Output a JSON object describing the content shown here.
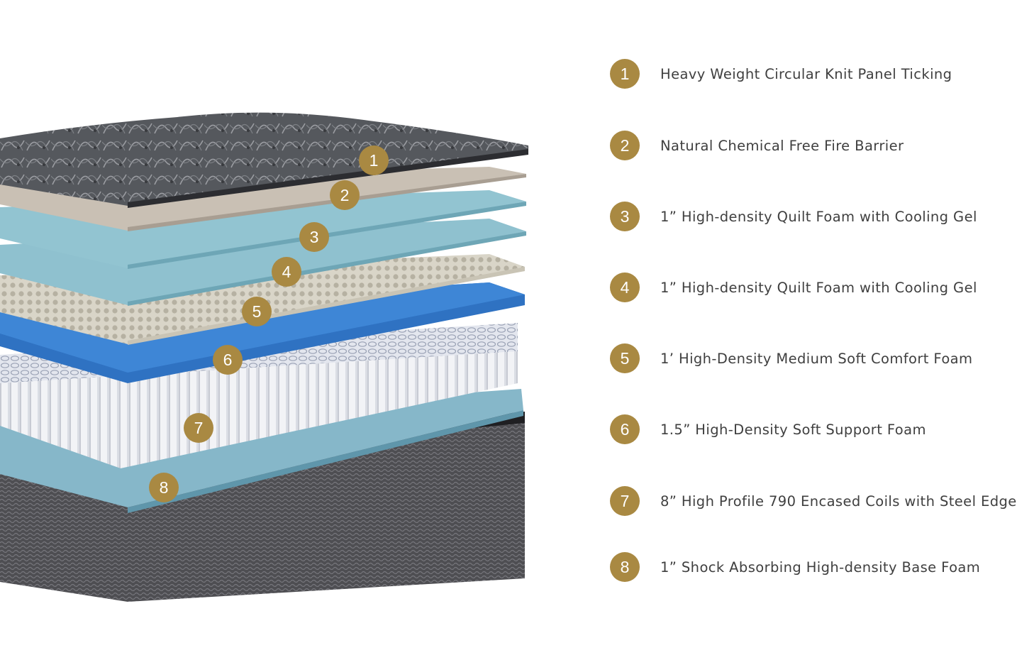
{
  "colors": {
    "badge": "#a98942",
    "legend_text": "#3f3f3f"
  },
  "layers": [
    {
      "number": "1",
      "label": "Heavy Weight Circular Knit Panel Ticking"
    },
    {
      "number": "2",
      "label": "Natural Chemical Free Fire Barrier"
    },
    {
      "number": "3",
      "label": "1” High-density Quilt Foam with Cooling Gel"
    },
    {
      "number": "4",
      "label": "1” High-density Quilt Foam with Cooling Gel"
    },
    {
      "number": "5",
      "label": "1’ High-Density Medium Soft Comfort Foam"
    },
    {
      "number": "6",
      "label": "1.5” High-Density Soft Support Foam"
    },
    {
      "number": "7",
      "label": "8” High Profile 790 Encased Coils with Steel Edge"
    },
    {
      "number": "8",
      "label": "1” Shock Absorbing High-density Base Foam"
    }
  ]
}
